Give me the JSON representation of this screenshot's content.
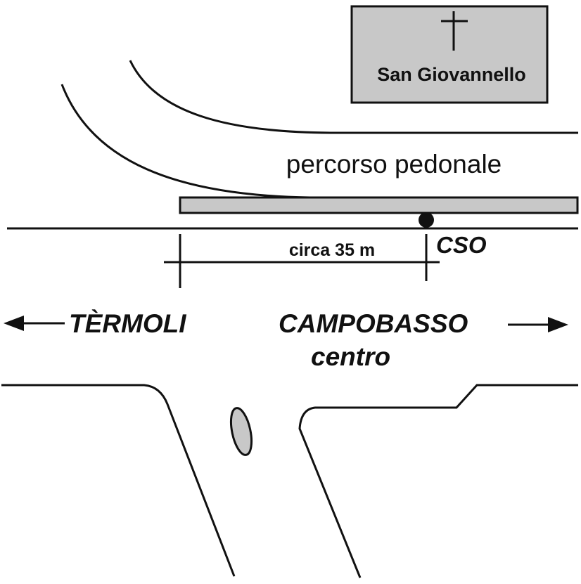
{
  "labels": {
    "church": "San Giovannello",
    "church_symbol": "✝",
    "footpath": "percorso pedonale",
    "distance": "circa 35 m",
    "stop": "CSO",
    "left_direction": "TÈRMOLI",
    "right_direction": "CAMPOBASSO",
    "right_direction_sub": "centro"
  },
  "colors": {
    "line": "#111111",
    "fill_gray": "#c8c8c8",
    "background": "#ffffff"
  }
}
